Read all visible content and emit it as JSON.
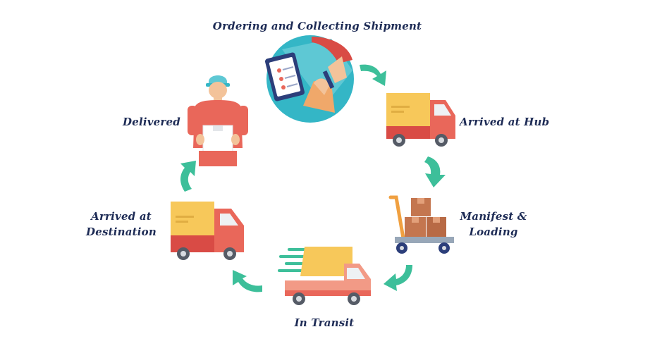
{
  "diagram": {
    "steps": [
      {
        "id": "ordering",
        "label": "Ordering and Collecting Shipment",
        "icon": "clipboard-checklist-icon"
      },
      {
        "id": "hub",
        "label": "Arrived at Hub",
        "icon": "delivery-truck-icon"
      },
      {
        "id": "manifest",
        "label_lines": [
          "Manifest &",
          "Loading"
        ],
        "icon": "hand-trolley-boxes-icon"
      },
      {
        "id": "transit",
        "label": "In Transit",
        "icon": "moving-truck-icon"
      },
      {
        "id": "destination",
        "label_lines": [
          "Arrived at",
          "Destination"
        ],
        "icon": "delivery-truck-icon"
      },
      {
        "id": "delivered",
        "label": "Delivered",
        "icon": "courier-with-box-icon"
      }
    ],
    "colors": {
      "text": "#1d2b55",
      "arrow": "#3dbf9a",
      "truck_red": "#e9675a",
      "truck_yellow": "#f7c85a",
      "box_brown": "#c4764f",
      "circle_teal": "#34b6c6"
    }
  }
}
